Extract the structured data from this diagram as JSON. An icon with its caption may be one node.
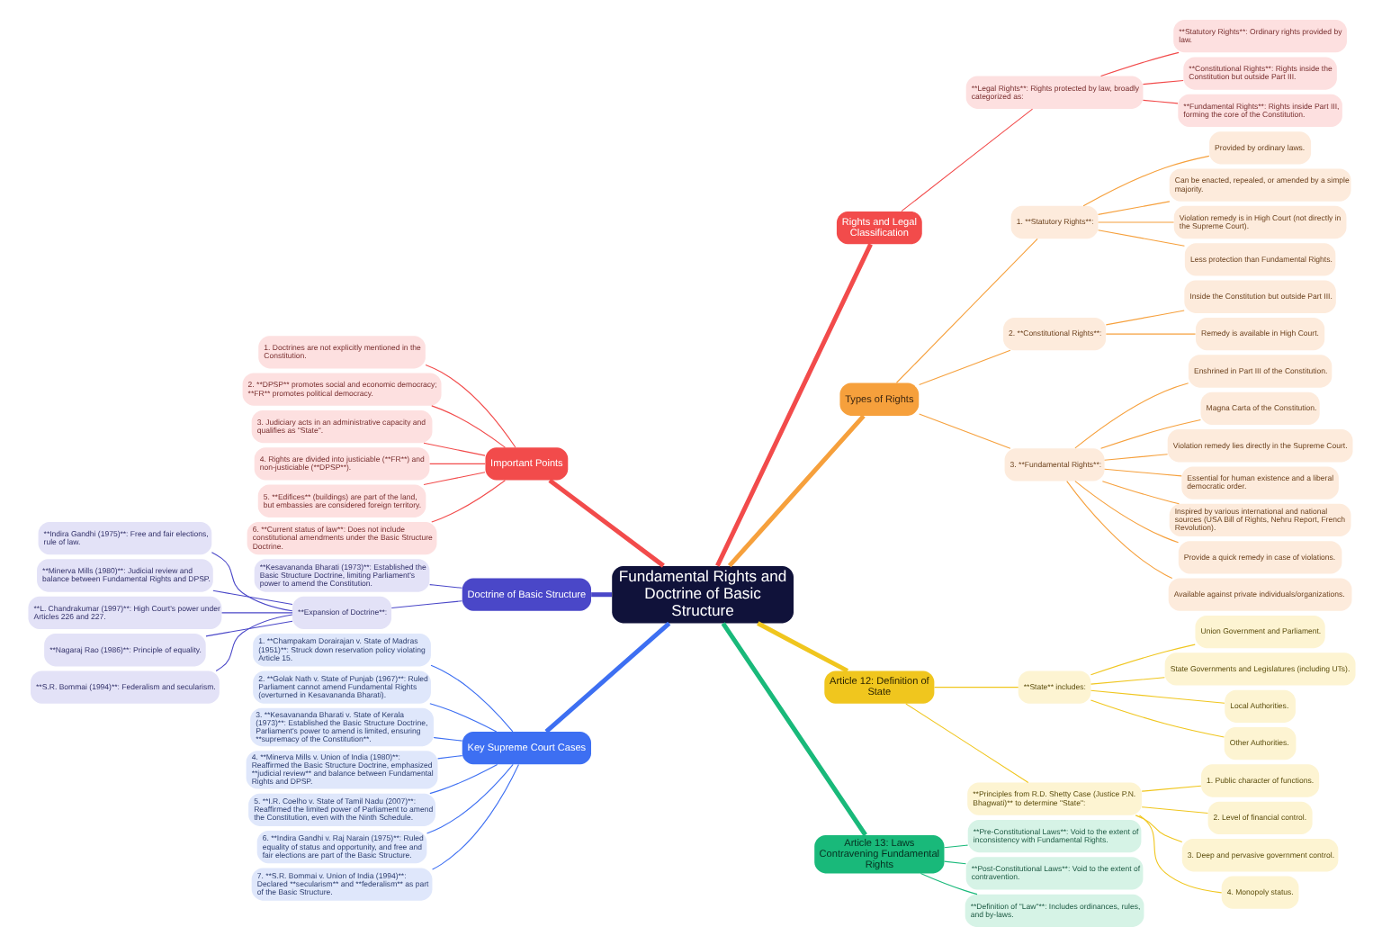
{
  "diagram": {
    "nodes": [
      {
        "text": [
          "Fundamental Rights and Doctrine of Basic Structure"
        ]
      },
      {
        "text": [
          "Rights and Legal Classification"
        ]
      },
      {
        "text": [
          "**Legal Rights**: Rights protected by law, broadly categorized as:"
        ]
      },
      {
        "text": [
          "**Statutory Rights**: Ordinary rights provided by law."
        ]
      },
      {
        "text": [
          "**Constitutional Rights**: Rights inside the Constitution but outside Part III."
        ]
      },
      {
        "text": [
          "**Fundamental Rights**: Rights inside Part III, forming the core of the Constitution."
        ]
      },
      {
        "text": [
          "Types of Rights"
        ]
      },
      {
        "text": [
          "1. **Statutory Rights**:"
        ]
      },
      {
        "text": [
          "Provided by ordinary laws."
        ]
      },
      {
        "text": [
          "Can be enacted, repealed, or amended by a simple majority."
        ]
      },
      {
        "text": [
          "Violation remedy is in High Court (not directly in the Supreme Court)."
        ]
      },
      {
        "text": [
          "Less protection than Fundamental Rights."
        ]
      },
      {
        "text": [
          "2. **Constitutional Rights**:"
        ]
      },
      {
        "text": [
          "Inside the Constitution but outside Part III."
        ]
      },
      {
        "text": [
          "Remedy is available in High Court."
        ]
      },
      {
        "text": [
          "3. **Fundamental Rights**:"
        ]
      },
      {
        "text": [
          "Enshrined in Part III of the Constitution."
        ]
      },
      {
        "text": [
          "Magna Carta of the Constitution."
        ]
      },
      {
        "text": [
          "Violation remedy lies directly in the Supreme Court."
        ]
      },
      {
        "text": [
          "Essential for human existence and a liberal democratic order."
        ]
      },
      {
        "text": [
          "Inspired by various international and national sources (USA Bill of Rights, Nehru Report, French Revolution)."
        ]
      },
      {
        "text": [
          "Provide a quick remedy in case of violations."
        ]
      },
      {
        "text": [
          "Available against private individuals/organizations."
        ]
      },
      {
        "text": [
          "Article 12: Definition of State"
        ]
      },
      {
        "text": [
          "**State** includes:"
        ]
      },
      {
        "text": [
          "Union Government and Parliament."
        ]
      },
      {
        "text": [
          "State Governments and Legislatures (including UTs)."
        ]
      },
      {
        "text": [
          "Local Authorities."
        ]
      },
      {
        "text": [
          "Other Authorities."
        ]
      },
      {
        "text": [
          "**Principles from R.D. Shetty Case (Justice P.N. Bhagwati)** to determine \"State\":"
        ]
      },
      {
        "text": [
          "1. Public character of functions."
        ]
      },
      {
        "text": [
          "2. Level of financial control."
        ]
      },
      {
        "text": [
          "3. Deep and pervasive government control."
        ]
      },
      {
        "text": [
          "4. Monopoly status."
        ]
      },
      {
        "text": [
          "Article 13: Laws Contravening Fundamental Rights"
        ]
      },
      {
        "text": [
          "**Pre-Constitutional Laws**: Void to the extent of inconsistency with Fundamental Rights."
        ]
      },
      {
        "text": [
          "**Post-Constitutional Laws**: Void to the extent of contravention."
        ]
      },
      {
        "text": [
          "**Definition of \"Law\"**: Includes ordinances, rules, and by-laws."
        ]
      },
      {
        "text": [
          "Important Points"
        ]
      },
      {
        "text": [
          "1. Doctrines are not explicitly mentioned in the Constitution."
        ]
      },
      {
        "text": [
          "2. **DPSP** promotes social and economic democracy; **FR** promotes political democracy."
        ]
      },
      {
        "text": [
          "3. Judiciary acts in an administrative capacity and qualifies as \"State\"."
        ]
      },
      {
        "text": [
          "4. Rights are divided into justiciable (**FR**) and non-justiciable (**DPSP**)."
        ]
      },
      {
        "text": [
          "5. **Edifices** (buildings) are part of the land, but embassies are considered foreign territory."
        ]
      },
      {
        "text": [
          "6. **Current status of law**: Does not include constitutional amendments under the Basic Structure Doctrine."
        ]
      },
      {
        "text": [
          "Doctrine of Basic Structure"
        ]
      },
      {
        "text": [
          "**Kesavananda Bharati (1973)**: Established the Basic Structure Doctrine, limiting Parliament's power to amend the Constitution."
        ]
      },
      {
        "text": [
          "**Expansion of Doctrine**:"
        ]
      },
      {
        "text": [
          "**Indira Gandhi (1975)**: Free and fair elections, rule of law."
        ]
      },
      {
        "text": [
          "**Minerva Mills (1980)**: Judicial review and balance between Fundamental Rights and DPSP."
        ]
      },
      {
        "text": [
          "**L. Chandrakumar (1997)**: High Court's power under Articles 226 and 227."
        ]
      },
      {
        "text": [
          "**Nagaraj Rao (1986)**: Principle of equality."
        ]
      },
      {
        "text": [
          "**S.R. Bommai (1994)**: Federalism and secularism."
        ]
      },
      {
        "text": [
          "Key Supreme Court Cases"
        ]
      },
      {
        "text": [
          "1. **Champakam Dorairajan v. State of Madras (1951)**: Struck down reservation policy violating Article 15."
        ]
      },
      {
        "text": [
          "2. **Golak Nath v. State of Punjab (1967)**: Ruled Parliament cannot amend Fundamental Rights (overturned in Kesavananda Bharati)."
        ]
      },
      {
        "text": [
          "3. **Kesavananda Bharati v. State of Kerala (1973)**: Established the Basic Structure Doctrine, Parliament's power to amend is limited, ensuring **supremacy of the Constitution**."
        ]
      },
      {
        "text": [
          "4. **Minerva Mills v. Union of India (1980)**: Reaffirmed the Basic Structure Doctrine, emphasized **judicial review** and balance between Fundamental Rights and DPSP."
        ]
      },
      {
        "text": [
          "5. **I.R. Coelho v. State of Tamil Nadu (2007)**: Reaffirmed the limited power of Parliament to amend the Constitution, even with the Ninth Schedule."
        ]
      },
      {
        "text": [
          "6. **Indira Gandhi v. Raj Narain (1975)**: Ruled equality of status and opportunity, and free and fair elections are part of the Basic Structure."
        ]
      },
      {
        "text": [
          "7. **S.R. Bommai v. Union of India (1994)**: Declared **secularism** and **federalism** as part of the Basic Structure."
        ]
      }
    ],
    "edges": [
      {
        "from": 0,
        "to": 1,
        "arrow": "none",
        "style": "thick",
        "color": "#f24b4b"
      },
      {
        "from": 1,
        "to": 2,
        "arrow": "none",
        "color": "#f24b4b"
      },
      {
        "from": 2,
        "to": 3,
        "arrow": "none",
        "color": "#f24b4b"
      },
      {
        "from": 2,
        "to": 4,
        "arrow": "none",
        "color": "#f24b4b"
      },
      {
        "from": 2,
        "to": 5,
        "arrow": "none",
        "color": "#f24b4b"
      },
      {
        "from": 0,
        "to": 6,
        "arrow": "none",
        "style": "thick",
        "color": "#f6a03c"
      },
      {
        "from": 6,
        "to": 7,
        "arrow": "none",
        "color": "#f6a03c"
      },
      {
        "from": 7,
        "to": 8,
        "arrow": "none",
        "color": "#f6a03c"
      },
      {
        "from": 7,
        "to": 9,
        "arrow": "none",
        "color": "#f6a03c"
      },
      {
        "from": 7,
        "to": 10,
        "arrow": "none",
        "color": "#f6a03c"
      },
      {
        "from": 7,
        "to": 11,
        "arrow": "none",
        "color": "#f6a03c"
      },
      {
        "from": 6,
        "to": 12,
        "arrow": "none",
        "color": "#f6a03c"
      },
      {
        "from": 12,
        "to": 13,
        "arrow": "none",
        "color": "#f6a03c"
      },
      {
        "from": 12,
        "to": 14,
        "arrow": "none",
        "color": "#f6a03c"
      },
      {
        "from": 6,
        "to": 15,
        "arrow": "none",
        "color": "#f6a03c"
      },
      {
        "from": 15,
        "to": 16,
        "arrow": "none",
        "color": "#f6a03c"
      },
      {
        "from": 15,
        "to": 17,
        "arrow": "none",
        "color": "#f6a03c"
      },
      {
        "from": 15,
        "to": 18,
        "arrow": "none",
        "color": "#f6a03c"
      },
      {
        "from": 15,
        "to": 19,
        "arrow": "none",
        "color": "#f6a03c"
      },
      {
        "from": 15,
        "to": 20,
        "arrow": "none",
        "color": "#f6a03c"
      },
      {
        "from": 15,
        "to": 21,
        "arrow": "none",
        "color": "#f6a03c"
      },
      {
        "from": 15,
        "to": 22,
        "arrow": "none",
        "color": "#f6a03c"
      },
      {
        "from": 0,
        "to": 23,
        "arrow": "none",
        "style": "thick",
        "color": "#f0c61e"
      },
      {
        "from": 23,
        "to": 24,
        "arrow": "none",
        "color": "#f0c61e"
      },
      {
        "from": 24,
        "to": 25,
        "arrow": "none",
        "color": "#f0c61e"
      },
      {
        "from": 24,
        "to": 26,
        "arrow": "none",
        "color": "#f0c61e"
      },
      {
        "from": 24,
        "to": 27,
        "arrow": "none",
        "color": "#f0c61e"
      },
      {
        "from": 24,
        "to": 28,
        "arrow": "none",
        "color": "#f0c61e"
      },
      {
        "from": 23,
        "to": 29,
        "arrow": "none",
        "color": "#f0c61e"
      },
      {
        "from": 29,
        "to": 30,
        "arrow": "none",
        "color": "#f0c61e"
      },
      {
        "from": 29,
        "to": 31,
        "arrow": "none",
        "color": "#f0c61e"
      },
      {
        "from": 29,
        "to": 32,
        "arrow": "none",
        "color": "#f0c61e"
      },
      {
        "from": 29,
        "to": 33,
        "arrow": "none",
        "color": "#f0c61e"
      },
      {
        "from": 0,
        "to": 34,
        "arrow": "none",
        "style": "thick",
        "color": "#19b97a"
      },
      {
        "from": 34,
        "to": 35,
        "arrow": "none",
        "color": "#19b97a"
      },
      {
        "from": 34,
        "to": 36,
        "arrow": "none",
        "color": "#19b97a"
      },
      {
        "from": 34,
        "to": 37,
        "arrow": "none",
        "color": "#19b97a"
      },
      {
        "from": 38,
        "to": 0,
        "arrow": "none",
        "style": "thick",
        "color": "#f24b4b"
      },
      {
        "from": 39,
        "to": 38,
        "arrow": "none",
        "color": "#f24b4b"
      },
      {
        "from": 40,
        "to": 38,
        "arrow": "none",
        "color": "#f24b4b"
      },
      {
        "from": 41,
        "to": 38,
        "arrow": "none",
        "color": "#f24b4b"
      },
      {
        "from": 42,
        "to": 38,
        "arrow": "none",
        "color": "#f24b4b"
      },
      {
        "from": 43,
        "to": 38,
        "arrow": "none",
        "color": "#f24b4b"
      },
      {
        "from": 44,
        "to": 38,
        "arrow": "none",
        "color": "#f24b4b"
      },
      {
        "from": 45,
        "to": 0,
        "arrow": "none",
        "style": "thick",
        "color": "#4a47c8"
      },
      {
        "from": 46,
        "to": 45,
        "arrow": "none",
        "color": "#4a47c8"
      },
      {
        "from": 47,
        "to": 45,
        "arrow": "none",
        "color": "#4a47c8"
      },
      {
        "from": 48,
        "to": 47,
        "arrow": "none",
        "color": "#4a47c8"
      },
      {
        "from": 49,
        "to": 47,
        "arrow": "none",
        "color": "#4a47c8"
      },
      {
        "from": 50,
        "to": 47,
        "arrow": "none",
        "color": "#4a47c8"
      },
      {
        "from": 51,
        "to": 47,
        "arrow": "none",
        "color": "#4a47c8"
      },
      {
        "from": 52,
        "to": 47,
        "arrow": "none",
        "color": "#4a47c8"
      },
      {
        "from": 53,
        "to": 0,
        "arrow": "none",
        "style": "thick",
        "color": "#3d6ff2"
      },
      {
        "from": 54,
        "to": 53,
        "arrow": "none",
        "color": "#3d6ff2"
      },
      {
        "from": 55,
        "to": 53,
        "arrow": "none",
        "color": "#3d6ff2"
      },
      {
        "from": 56,
        "to": 53,
        "arrow": "none",
        "color": "#3d6ff2"
      },
      {
        "from": 57,
        "to": 53,
        "arrow": "none",
        "color": "#3d6ff2"
      },
      {
        "from": 58,
        "to": 53,
        "arrow": "none",
        "color": "#3d6ff2"
      },
      {
        "from": 59,
        "to": 53,
        "arrow": "none",
        "color": "#3d6ff2"
      },
      {
        "from": 60,
        "to": 53,
        "arrow": "none",
        "color": "#3d6ff2"
      }
    ]
  }
}
